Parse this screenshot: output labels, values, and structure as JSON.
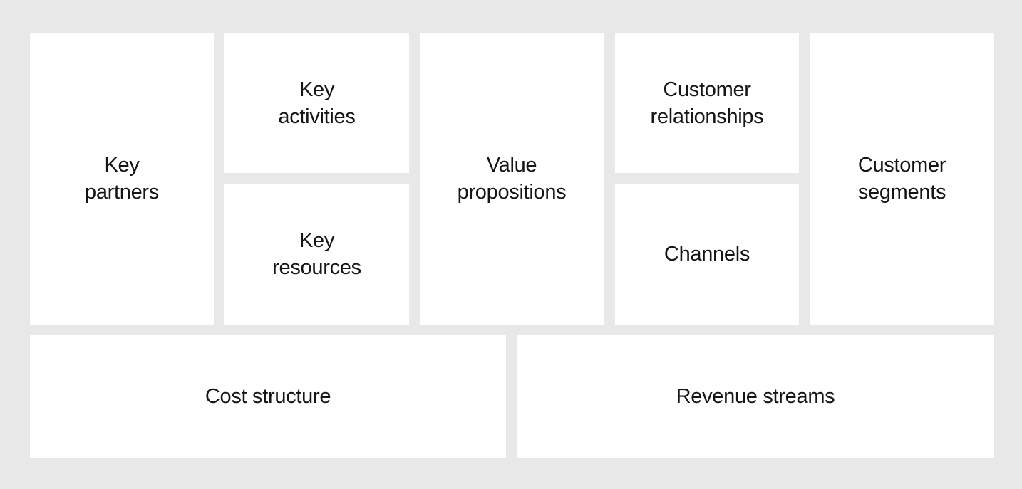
{
  "canvas": {
    "background": "#e8e8e9",
    "cell_color": "#ffffff",
    "text_color": "#151515"
  },
  "blocks": {
    "key_partners": {
      "label": "Key\npartners"
    },
    "key_activities": {
      "label": "Key\nactivities"
    },
    "key_resources": {
      "label": "Key\nresources"
    },
    "value_propositions": {
      "label": "Value\npropositions"
    },
    "customer_relationships": {
      "label": "Customer\nrelationships"
    },
    "channels": {
      "label": "Channels"
    },
    "customer_segments": {
      "label": "Customer\nsegments"
    },
    "cost_structure": {
      "label": "Cost structure"
    },
    "revenue_streams": {
      "label": "Revenue streams"
    }
  }
}
